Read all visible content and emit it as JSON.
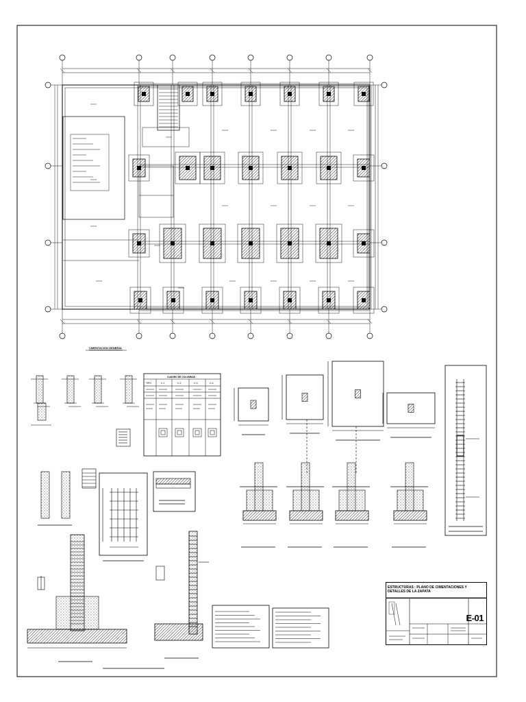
{
  "sheet": {
    "number": "E-01",
    "title": "ESTRUCTURAS : PLANO DE CIMENTACIONES Y DETALLES DE LA ZAPATA",
    "ink": "#000000",
    "paper": "#ffffff"
  },
  "plan": {
    "label": "CIMENTACION GENERAL"
  },
  "schedule": {
    "title": "CUADRO DE COLUMNAS",
    "columns": [
      "TIPO",
      "C-1",
      "C-2",
      "C-3",
      "C-4"
    ]
  }
}
